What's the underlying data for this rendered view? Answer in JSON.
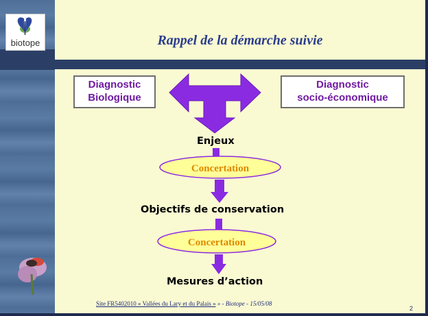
{
  "header": {
    "title": "Rappel de la démarche suivie",
    "logo_text": "biotope"
  },
  "boxes": {
    "left": {
      "line1": "Diagnostic",
      "line2": "Biologique"
    },
    "right": {
      "line1": "Diagnostic",
      "line2": "socio-économique"
    }
  },
  "flow": {
    "enjeux": "Enjeux",
    "concertation_1": "Concertation",
    "objectifs": "Objectifs de conservation",
    "concertation_2": "Concertation",
    "mesures": "Mesures d’action"
  },
  "footer": {
    "site_label": "Site FR5402010 « Vallées du Lary et du Palais »",
    "separator": "» -",
    "source": "Biotope - 15/05/08",
    "page_number": "2"
  },
  "colors": {
    "slide_background": "#fafad2",
    "arrow_fill": "#8a2be2",
    "box_text": "#6f1aa0",
    "title": "#2b3d8e",
    "concertation_fill": "#ffff99",
    "concertation_text": "#e08a00"
  },
  "icons": {
    "logo": "butterfly-logo-icon",
    "flower": "flower-butterfly-image"
  }
}
